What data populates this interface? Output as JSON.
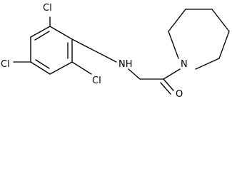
{
  "diagram": {
    "type": "chemical-structure",
    "atoms": {
      "cl_top": "Cl",
      "cl_left": "Cl",
      "cl_bottom": "Cl",
      "nh": "NH",
      "n": "N",
      "o": "O"
    }
  }
}
